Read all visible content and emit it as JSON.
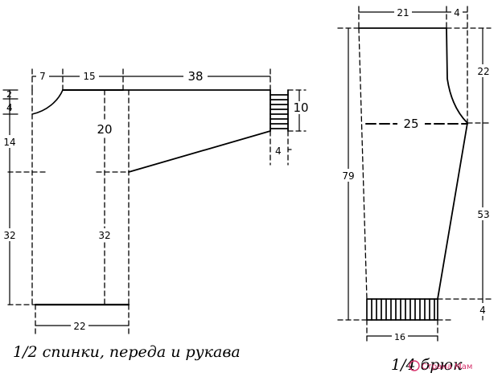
{
  "sweater": {
    "dim_top_7": "7",
    "dim_top_15": "15",
    "dim_top_38": "38",
    "dim_left_2": "2",
    "dim_left_4": "4",
    "dim_left_14": "14",
    "dim_left_32": "32",
    "dim_center_20": "20",
    "dim_center_32": "32",
    "dim_cuff_10": "10",
    "dim_cuff_4": "4",
    "dim_bottom_22": "22",
    "caption": "1/2 спинки, переда и рукава"
  },
  "pants": {
    "dim_top_21": "21",
    "dim_top_4": "4",
    "dim_right_22": "22",
    "dim_mid_25": "25",
    "dim_left_79": "79",
    "dim_right_53": "53",
    "dim_right_4": "4",
    "dim_bottom_16": "16",
    "caption": "1/4 брюк"
  },
  "watermark": {
    "text": "Страна Мам",
    "color": "#d6336c"
  }
}
